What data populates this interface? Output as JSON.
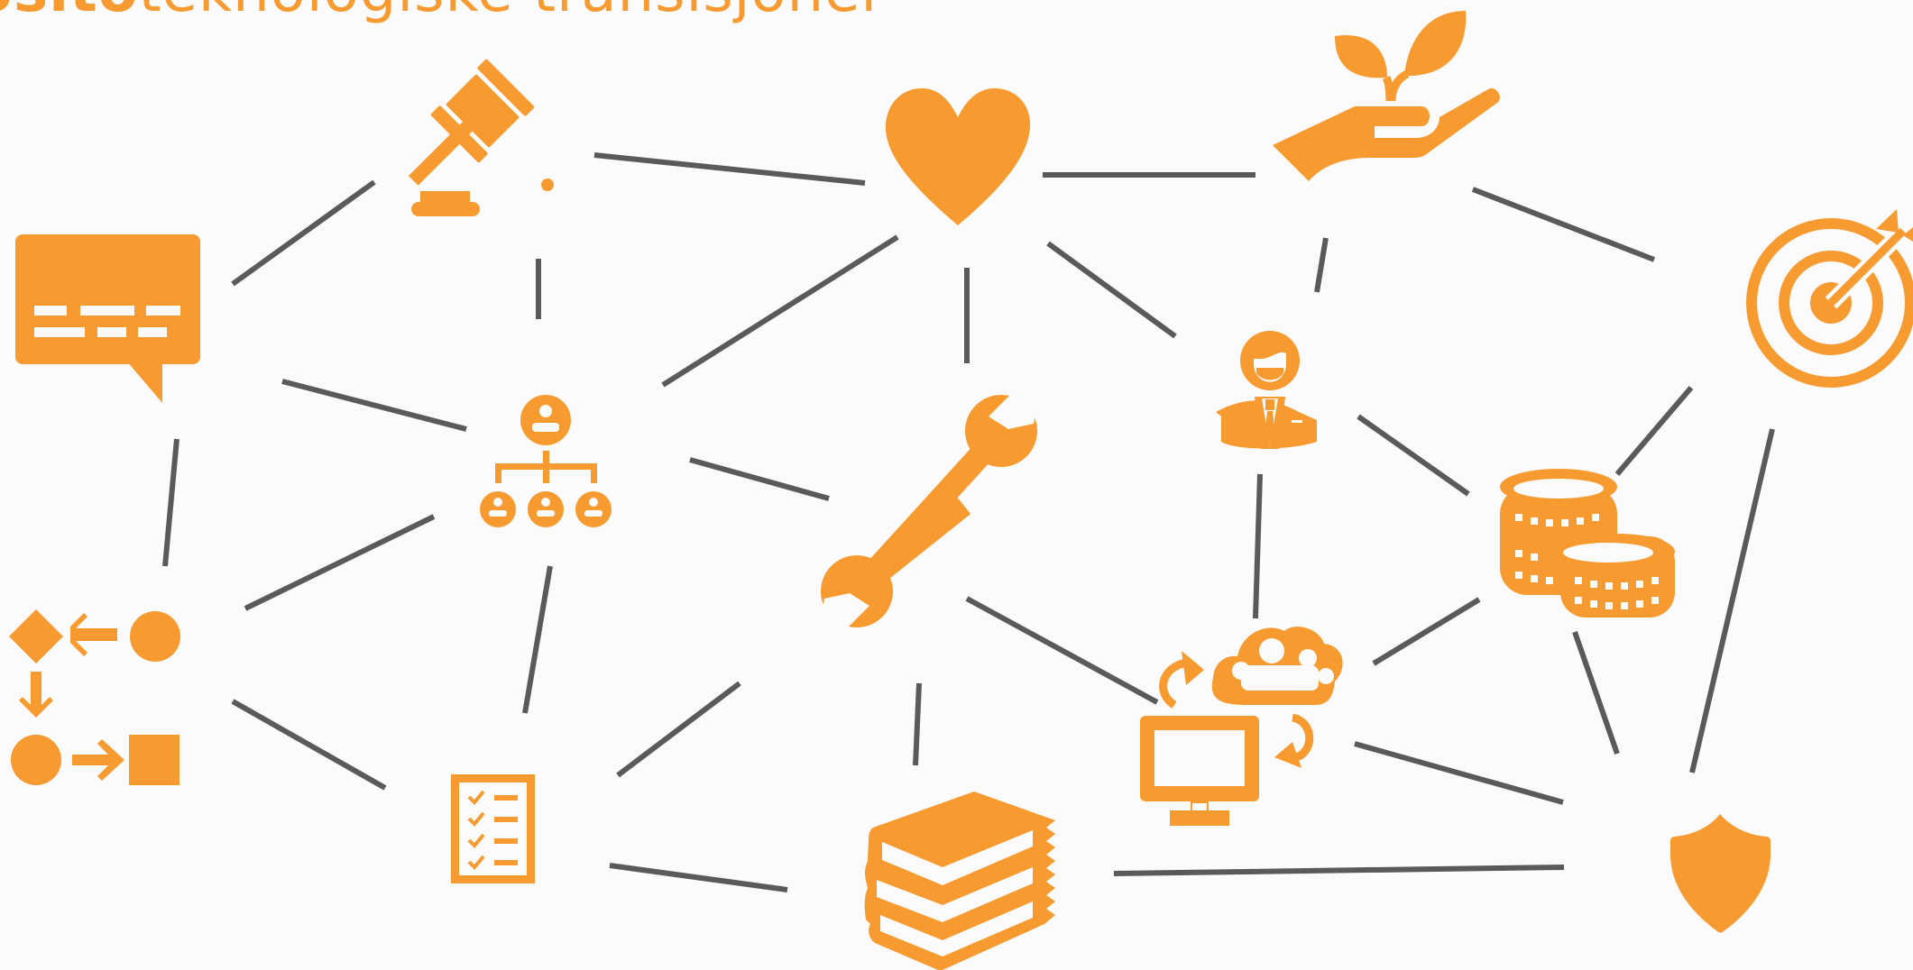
{
  "title": {
    "bold": "osito",
    "thin": "teknologiske transisjoner"
  },
  "colors": {
    "accent": "#f79a2f",
    "edge": "#5a5a5a",
    "background": "#fbfbfb"
  },
  "nodes": [
    {
      "id": "speech-bubble",
      "icon": "speech-bubble-icon"
    },
    {
      "id": "gavel",
      "icon": "gavel-icon"
    },
    {
      "id": "heart",
      "icon": "heart-icon"
    },
    {
      "id": "hand-plant",
      "icon": "hand-plant-icon"
    },
    {
      "id": "target",
      "icon": "target-icon"
    },
    {
      "id": "org-chart",
      "icon": "org-chart-icon"
    },
    {
      "id": "wrench",
      "icon": "wrench-icon"
    },
    {
      "id": "business-person",
      "icon": "business-person-icon"
    },
    {
      "id": "coins",
      "icon": "coins-icon"
    },
    {
      "id": "process-flow",
      "icon": "process-flow-icon"
    },
    {
      "id": "checklist",
      "icon": "checklist-icon"
    },
    {
      "id": "books",
      "icon": "books-icon"
    },
    {
      "id": "cloud-computer",
      "icon": "cloud-computer-icon"
    },
    {
      "id": "shield",
      "icon": "shield-icon"
    }
  ]
}
